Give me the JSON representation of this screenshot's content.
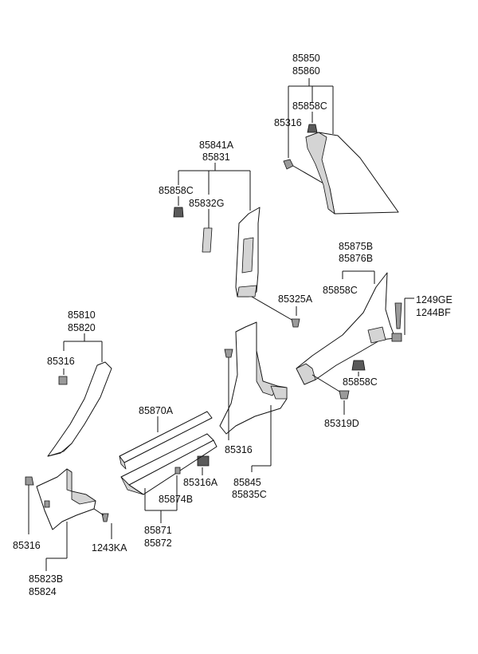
{
  "labels": {
    "rear_pillar": [
      "85850",
      "85860"
    ],
    "rear_pillar_clip": "85858C",
    "rear_pillar_pin": "85316",
    "b_pillar_upper": [
      "85841A",
      "85831"
    ],
    "b_pillar_upper_clip": "85858C",
    "b_pillar_upper_insert": "85832G",
    "screw_mid": "85325A",
    "rear_scuff": [
      "85875B",
      "85876B"
    ],
    "rear_scuff_clip_top": "85858C",
    "bolt_right": [
      "1249GE",
      "1244BF"
    ],
    "rear_scuff_clip_bottom": "85858C",
    "rear_scuff_pin": "85319D",
    "a_pillar": [
      "85810",
      "85820"
    ],
    "a_pillar_pin": "85316",
    "front_scuff_upper": "85870A",
    "b_pillar_lower_pin": "85316",
    "b_pillar_lower_clip": "85316A",
    "b_pillar_lower": [
      "85845",
      "85835C"
    ],
    "front_scuff_insert": "85874B",
    "front_scuff": [
      "85871",
      "85872"
    ],
    "kick_panel_pin": "85316",
    "kick_panel_screw": "1243KA",
    "kick_panel": [
      "85823B",
      "85824"
    ]
  }
}
